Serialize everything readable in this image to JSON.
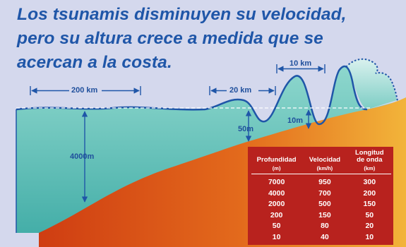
{
  "headline": {
    "line1": "Los tsunamis disminuyen su velocidad,",
    "line2": "pero su altura crece a medida que se",
    "line3": "acercan a la costa."
  },
  "labels": {
    "wavelength_deep": "200 km",
    "wavelength_mid": "20 km",
    "wavelength_shore": "10 km",
    "depth_deep": "4000m",
    "depth_mid": "50m",
    "depth_shallow": "10m"
  },
  "table": {
    "headers": {
      "profundidad": "Profundidad",
      "velocidad": "Velocidad",
      "longitud_line1": "Longitud",
      "longitud_line2": "de onda"
    },
    "units": {
      "profundidad": "(m)",
      "velocidad": "(km/h)",
      "longitud": "(km)"
    },
    "rows": [
      {
        "depth": "7000",
        "speed": "950",
        "wavelength": "300"
      },
      {
        "depth": "4000",
        "speed": "700",
        "wavelength": "200"
      },
      {
        "depth": "2000",
        "speed": "500",
        "wavelength": "150"
      },
      {
        "depth": "200",
        "speed": "150",
        "wavelength": "50"
      },
      {
        "depth": "50",
        "speed": "80",
        "wavelength": "20"
      },
      {
        "depth": "10",
        "speed": "40",
        "wavelength": "10"
      }
    ]
  },
  "colors": {
    "background": "#d4d8ed",
    "headline": "#1f56a8",
    "water": "#5cbcb4",
    "seabed": "#d8501c",
    "wave_line": "#1f56a8",
    "table_background": "#b8221e"
  }
}
